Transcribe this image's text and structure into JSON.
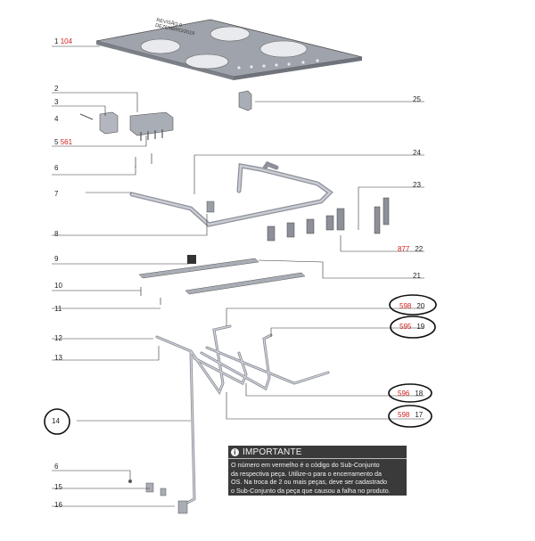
{
  "revision": {
    "line1": "REVISÃO 0",
    "line2": "DEZEMBRO/2019"
  },
  "labels": [
    {
      "id": "p1",
      "num": "1",
      "code": "104"
    },
    {
      "id": "p2",
      "num": "2",
      "code": ""
    },
    {
      "id": "p3",
      "num": "3",
      "code": ""
    },
    {
      "id": "p4",
      "num": "4",
      "code": ""
    },
    {
      "id": "p5",
      "num": "5",
      "code": "561"
    },
    {
      "id": "p6a",
      "num": "6",
      "code": ""
    },
    {
      "id": "p7",
      "num": "7",
      "code": ""
    },
    {
      "id": "p8",
      "num": "8",
      "code": ""
    },
    {
      "id": "p9",
      "num": "9",
      "code": ""
    },
    {
      "id": "p10",
      "num": "10",
      "code": ""
    },
    {
      "id": "p11",
      "num": "11",
      "code": ""
    },
    {
      "id": "p12",
      "num": "12",
      "code": ""
    },
    {
      "id": "p13",
      "num": "13",
      "code": ""
    },
    {
      "id": "p14",
      "num": "14",
      "code": ""
    },
    {
      "id": "p6b",
      "num": "6",
      "code": ""
    },
    {
      "id": "p15",
      "num": "15",
      "code": ""
    },
    {
      "id": "p16",
      "num": "16",
      "code": ""
    },
    {
      "id": "p25",
      "num": "25",
      "code": ""
    },
    {
      "id": "p24",
      "num": "24",
      "code": ""
    },
    {
      "id": "p23",
      "num": "23",
      "code": ""
    },
    {
      "id": "p22",
      "num": "22",
      "code": "877"
    },
    {
      "id": "p21",
      "num": "21",
      "code": ""
    },
    {
      "id": "p20",
      "num": "20",
      "code": "598"
    },
    {
      "id": "p19",
      "num": "19",
      "code": "595"
    },
    {
      "id": "p18",
      "num": "18",
      "code": "596"
    },
    {
      "id": "p17",
      "num": "17",
      "code": "598"
    }
  ],
  "notice": {
    "icon": "info-icon",
    "title": "IMPORTANTE",
    "lines": [
      "O número em vermelho é o código do Sub-Conjunto",
      "da respectiva peça. Utilize-o para o encerramento da",
      "OS. Na troca de 2 ou mais peças, deve ser cadastrado",
      "o Sub-Conjunto da peça que causou a falha no produto."
    ]
  },
  "colors": {
    "code": "#d2201f",
    "line": "#333333",
    "part": "#b9bcc4",
    "notice_bg": "#3a3a3a"
  }
}
